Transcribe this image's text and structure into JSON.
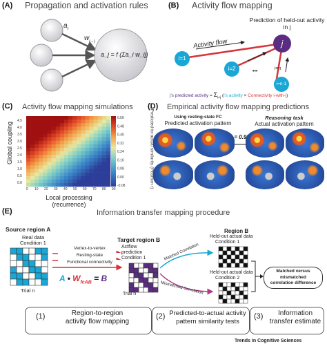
{
  "panelA": {
    "label": "(A)",
    "title": "Propagation and activation rules",
    "input_label": "a",
    "input_sub": "i",
    "weight_label": "w",
    "weight_sub": "i→j",
    "formula": "a_j = f (Σa_i w_ij)"
  },
  "panelB": {
    "label": "(B)",
    "title": "Activity flow mapping",
    "prediction_label": "Prediction of held-out activity in j",
    "flow_label": "Activity flow",
    "node_j": "j",
    "node_1": "i=1",
    "node_2": "i=2",
    "node_n1": "i=n-1",
    "node_n": "i=n",
    "ellipsis": "•••",
    "eq_left": "j's predicted activity",
    "eq_equals": "=",
    "eq_sum": "Σ",
    "eq_sum_sub": "i≠j",
    "eq_paren_open": "(",
    "eq_act": "i's activity",
    "eq_times": "×",
    "eq_conn": "Connectivity i-with-j",
    "eq_paren_close": ")"
  },
  "panelC": {
    "label": "(C)",
    "title": "Activity flow mapping simulations",
    "ylabel": "Global coupling",
    "xlabel_line1": "Local processing",
    "xlabel_line2": "(recurrence)",
    "colorbar_label": "Predicted-to-actual similarity",
    "colorbar_unit": "(Pearson r)",
    "colorbar_ticks": [
      "0.56",
      "0.48",
      "0.40",
      "0.32",
      "0.24",
      "0.16",
      "0.08",
      "0.00",
      "-0.08"
    ]
  },
  "panelD": {
    "label": "(D)",
    "title": "Empirical activity flow mapping predictions",
    "left_sub1": "Using resting-state FC",
    "left_sub2": "Predicted activation pattern",
    "task_label": "Reasoning task",
    "right_sub2": "Actual activation pattern",
    "r_label": "r = 0.95"
  },
  "panelE": {
    "label": "(E)",
    "title": "Information transfer mapping procedure",
    "source_title": "Source region A",
    "real_data": "Real data",
    "condition1": "Condition 1",
    "trial_n": "Trial n",
    "arrow_lines": [
      "Vertex-to-vertex",
      "Resting-state",
      "Functional connectivity"
    ],
    "formula_a": "A",
    "formula_dot": "•",
    "formula_w": "W",
    "formula_wsub": "fcAB",
    "formula_eq": "=",
    "formula_b": "B",
    "target_title": "Target region B",
    "actflow": "Actflow",
    "prediction": "prediction",
    "target_cond": "Condition 1",
    "target_trial": "Trial n",
    "matched": "Matched Correlation",
    "mismatched": "Mismatched Correlation",
    "region_b": "Region B",
    "heldout": "Held-out actual data",
    "cond1": "Condition 1",
    "cond2": "Condition 2",
    "result_line1": "Matched versus",
    "result_line2": "mismatched",
    "result_line3": "correlation difference",
    "step1_num": "(1)",
    "step1_line1": "Region-to-region",
    "step1_line2": "activity flow mapping",
    "step2_num": "(2)",
    "step2_line1": "Predicted-to-actual activity",
    "step2_line2": "pattern similarity tests",
    "step3_num": "(3)",
    "step3_line1": "Information",
    "step3_line2": "transfer estimate",
    "footer": "Trends in Cognitive Sciences"
  },
  "colors": {
    "teal": "#1aa7d6",
    "purple": "#5a2d82",
    "red": "#d6333a",
    "magenta": "#b03a8a"
  }
}
